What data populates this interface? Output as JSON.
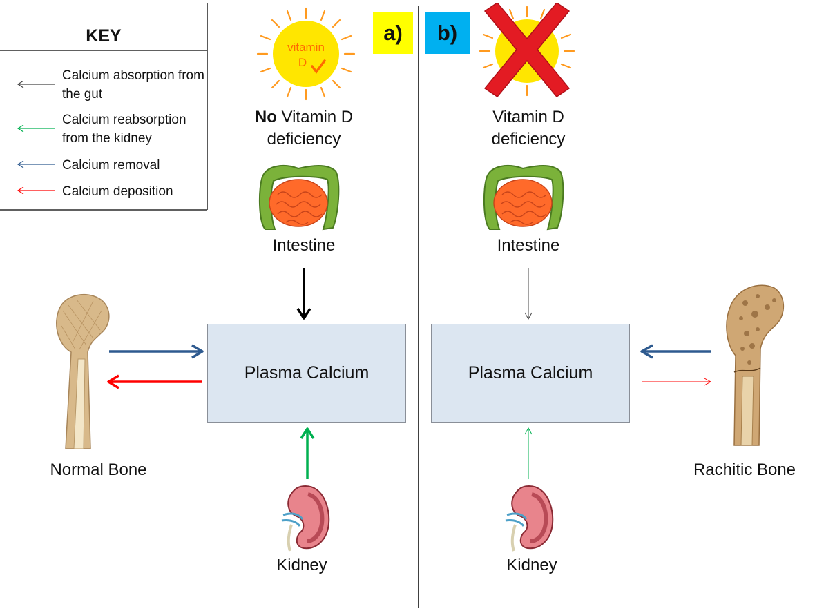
{
  "key": {
    "title": "KEY",
    "items": [
      {
        "label": "Calcium absorption from the gut",
        "color": "#444444"
      },
      {
        "label": "Calcium reabsorption from the kidney",
        "color": "#00b050"
      },
      {
        "label": "Calcium removal",
        "color": "#2e5a8f"
      },
      {
        "label": "Calcium deposition",
        "color": "#ff0000"
      }
    ]
  },
  "panel_a": {
    "tag": "a)",
    "tag_color": "#ffff00",
    "sun_text_line1": "vitamin",
    "sun_text_line2": "D",
    "status_bold": "No",
    "status_line1_rest": " Vitamin D",
    "status_line2": "deficiency",
    "intestine_label": "Intestine",
    "box_label": "Plasma Calcium",
    "kidney_label": "Kidney",
    "bone_label": "Normal Bone"
  },
  "panel_b": {
    "tag": "b)",
    "tag_color": "#00b0f0",
    "status_line1": "Vitamin D",
    "status_line2": "deficiency",
    "intestine_label": "Intestine",
    "box_label": "Plasma Calcium",
    "kidney_label": "Kidney",
    "bone_label": "Rachitic Bone"
  },
  "colors": {
    "absorption": "#000000",
    "reabsorption": "#00b050",
    "removal": "#2e5a8f",
    "deposition": "#ff0000",
    "box_fill": "#dce6f1",
    "sun": "#ffe600",
    "sun_rays": "#ff9a1f",
    "cross": "#e31b23"
  }
}
